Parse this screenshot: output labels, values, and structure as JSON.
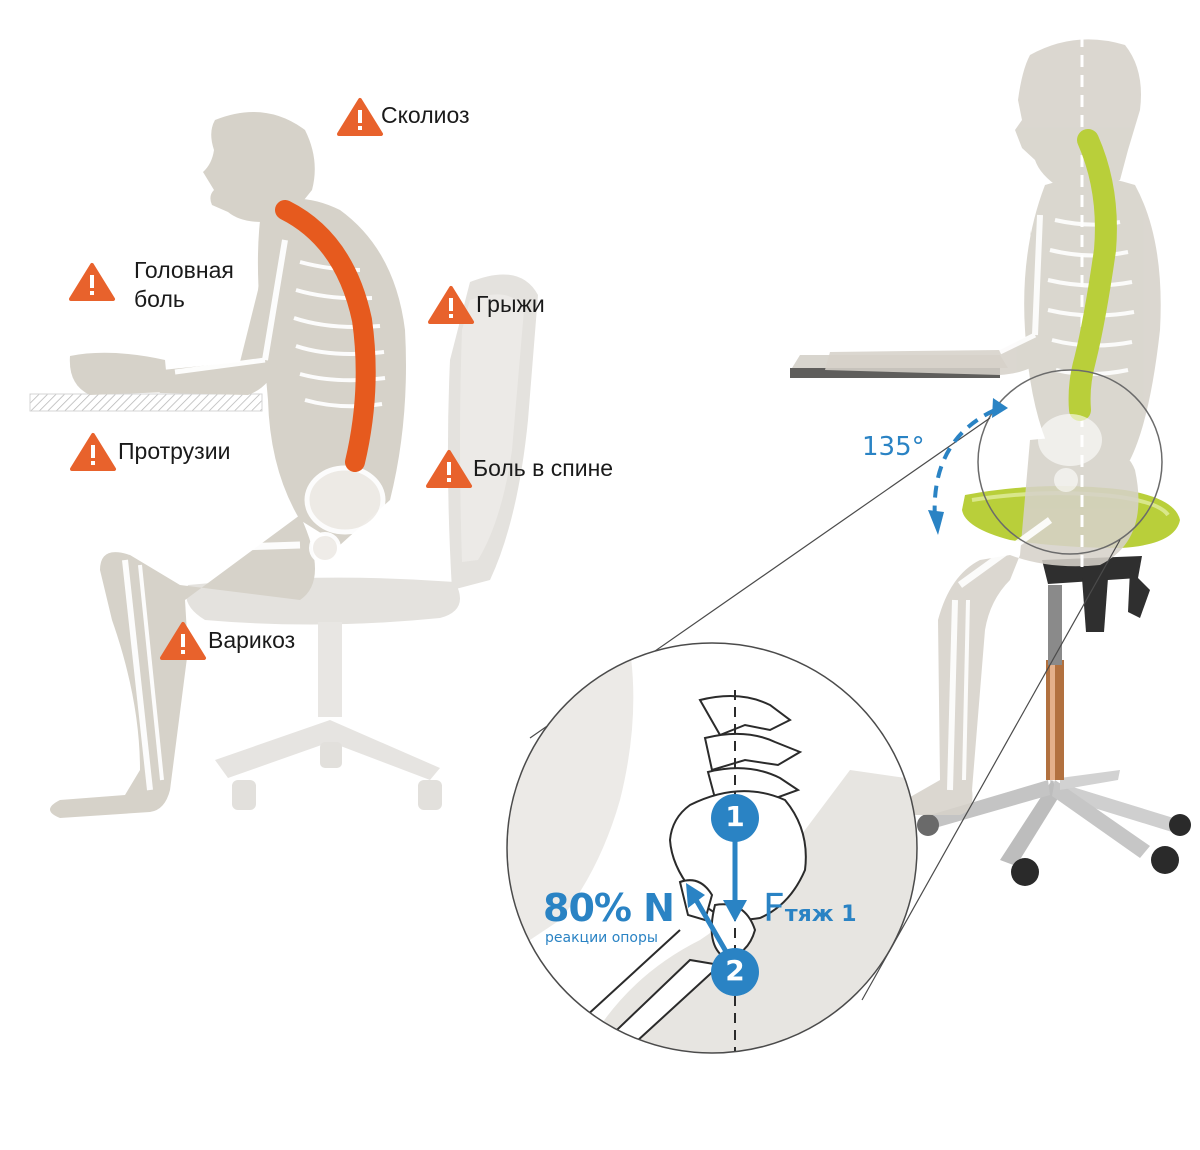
{
  "warnings": [
    {
      "id": "scoliosis",
      "label": "Сколиоз"
    },
    {
      "id": "headache",
      "label": "Головная\nболь"
    },
    {
      "id": "hernia",
      "label": "Грыжи"
    },
    {
      "id": "protrusion",
      "label": "Протрузии"
    },
    {
      "id": "backpain",
      "label": "Боль в спине"
    },
    {
      "id": "varicose",
      "label": "Варикоз"
    }
  ],
  "angle_label": "135°",
  "zoom": {
    "marker1": "1",
    "marker2": "2",
    "reaction_value": "80% N",
    "reaction_caption": "реакции опоры",
    "gravity_label": "F",
    "gravity_sub": "тяж 1"
  },
  "colors": {
    "warning": "#e8622c",
    "bad_spine": "#e65a1e",
    "good_spine": "#b9cf3a",
    "accent_blue": "#2a83c4",
    "silhouette": "#d6d2c9"
  }
}
